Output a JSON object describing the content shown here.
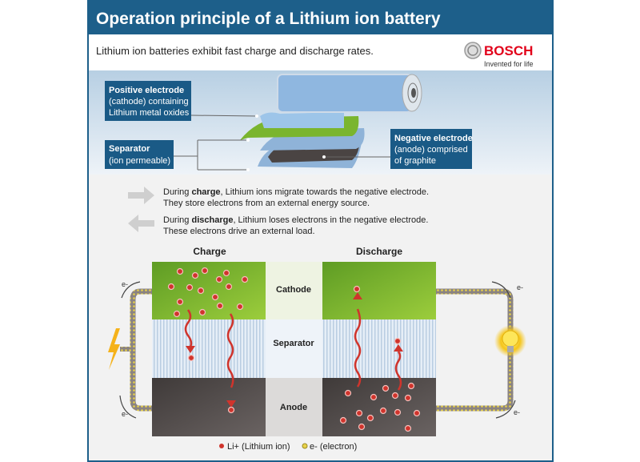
{
  "header": {
    "title": "Operation principle of a Lithium ion battery",
    "subtitle": "Lithium ion batteries exhibit fast charge and discharge rates.",
    "brand": "BOSCH",
    "tagline": "Invented for life"
  },
  "cell_labels": {
    "positive": {
      "title": "Positive electrode",
      "line1": "(cathode) containing",
      "line2": "Lithium metal oxides"
    },
    "separator": {
      "title": "Separator",
      "line1": "(ion permeable)"
    },
    "negative": {
      "title": "Negative electrode",
      "line1": "(anode) comprised",
      "line2": "of graphite"
    }
  },
  "explanations": {
    "charge": {
      "pre": "During ",
      "bold": "charge",
      "post": ", Lithium ions migrate towards the negative electrode.",
      "line2": "They store electrons from an external energy source."
    },
    "discharge": {
      "pre": "During ",
      "bold": "discharge",
      "post": ", Lithium loses electrons in the negative electrode.",
      "line2": "These electrons drive an external load."
    }
  },
  "diagram": {
    "charge_title": "Charge",
    "discharge_title": "Discharge",
    "layers": [
      "Cathode",
      "Separator",
      "Anode"
    ],
    "electron_label": "e-"
  },
  "legend": {
    "ion": "Li+ (Lithium ion)",
    "electron": "e- (electron)"
  },
  "colors": {
    "header_blue": "#1d5f8a",
    "label_blue": "#1a5a86",
    "cathode_green": "#7ab52e",
    "anode_gray": "#4a4443",
    "ion_red": "#d0342c",
    "electron_yellow": "#e8d24a",
    "brand_red": "#e2001a"
  }
}
